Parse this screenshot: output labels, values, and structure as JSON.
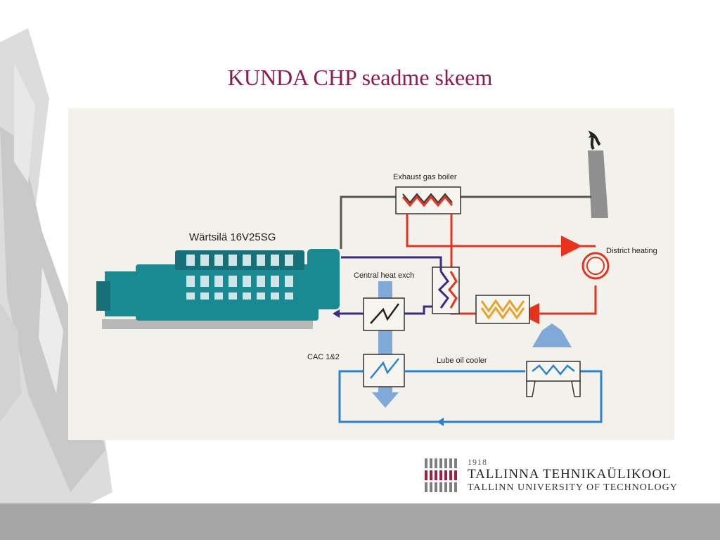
{
  "slide": {
    "title": "KUNDA CHP seadme skeem"
  },
  "diagram": {
    "labels": {
      "engine": "Wärtsilä 16V25SG",
      "exhaust_boiler": "Exhaust gas boiler",
      "district_heating": "District heating",
      "central_heat_exch": "Central heat exch",
      "cac": "CAC 1&2",
      "lube_oil_cooler": "Lube oil cooler"
    },
    "colors": {
      "exhaust_line": "#555555",
      "hot_water_line": "#e8321e",
      "engine_coolant_line": "#3b2a80",
      "cooling_water_line": "#2a83d1",
      "air_flow_arrow": "#7ea9d9",
      "engine_body": "#1a8a92",
      "heater_coil": "#e9a12a"
    }
  },
  "logo": {
    "year": "1918",
    "name": "TALLINNA TEHNIKAÜLIKOOL",
    "subtitle": "TALLINN UNIVERSITY OF TECHNOLOGY",
    "accent_color": "#a02040"
  }
}
